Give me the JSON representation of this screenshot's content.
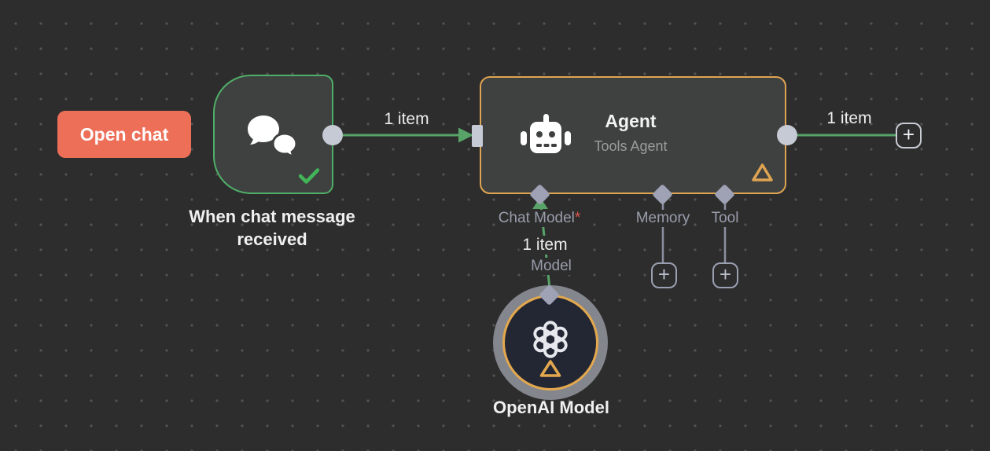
{
  "colors": {
    "canvas_bg": "#2d2d2d",
    "grid_dot": "#525252",
    "node_bg": "#3f4141",
    "trigger_border_green": "#4fae68",
    "connection_green": "#58a468",
    "success_check_green": "#43b559",
    "warning_orange": "#dfa452",
    "connector_gray": "#c6cad4",
    "diamond_gray": "#9ea2b4",
    "port_line_gray": "#8b8fa0",
    "label_gray": "#999dab",
    "required_red": "#e2574c",
    "open_chat_button_bg": "#ed6f58",
    "openai_ring_gray": "#84868d",
    "openai_node_bg": "#232734"
  },
  "buttons": {
    "open_chat": "Open chat"
  },
  "nodes": {
    "trigger": {
      "label": "When chat message received",
      "icon": "chat-bubbles-icon",
      "status": "success"
    },
    "agent": {
      "title": "Agent",
      "subtitle": "Tools Agent",
      "icon": "robot-icon",
      "warning": true,
      "ports": {
        "chat_model": "Chat Model",
        "chat_model_required_marker": "*",
        "memory": "Memory",
        "tool": "Tool"
      }
    },
    "openai": {
      "label": "OpenAI Model",
      "icon": "openai-logo-icon",
      "warning": true
    }
  },
  "connections": {
    "trigger_to_agent": "1 item",
    "agent_output": "1 item",
    "openai_to_agent_items": "1 item",
    "openai_port": "Model"
  },
  "icons": {
    "plus": "+"
  }
}
